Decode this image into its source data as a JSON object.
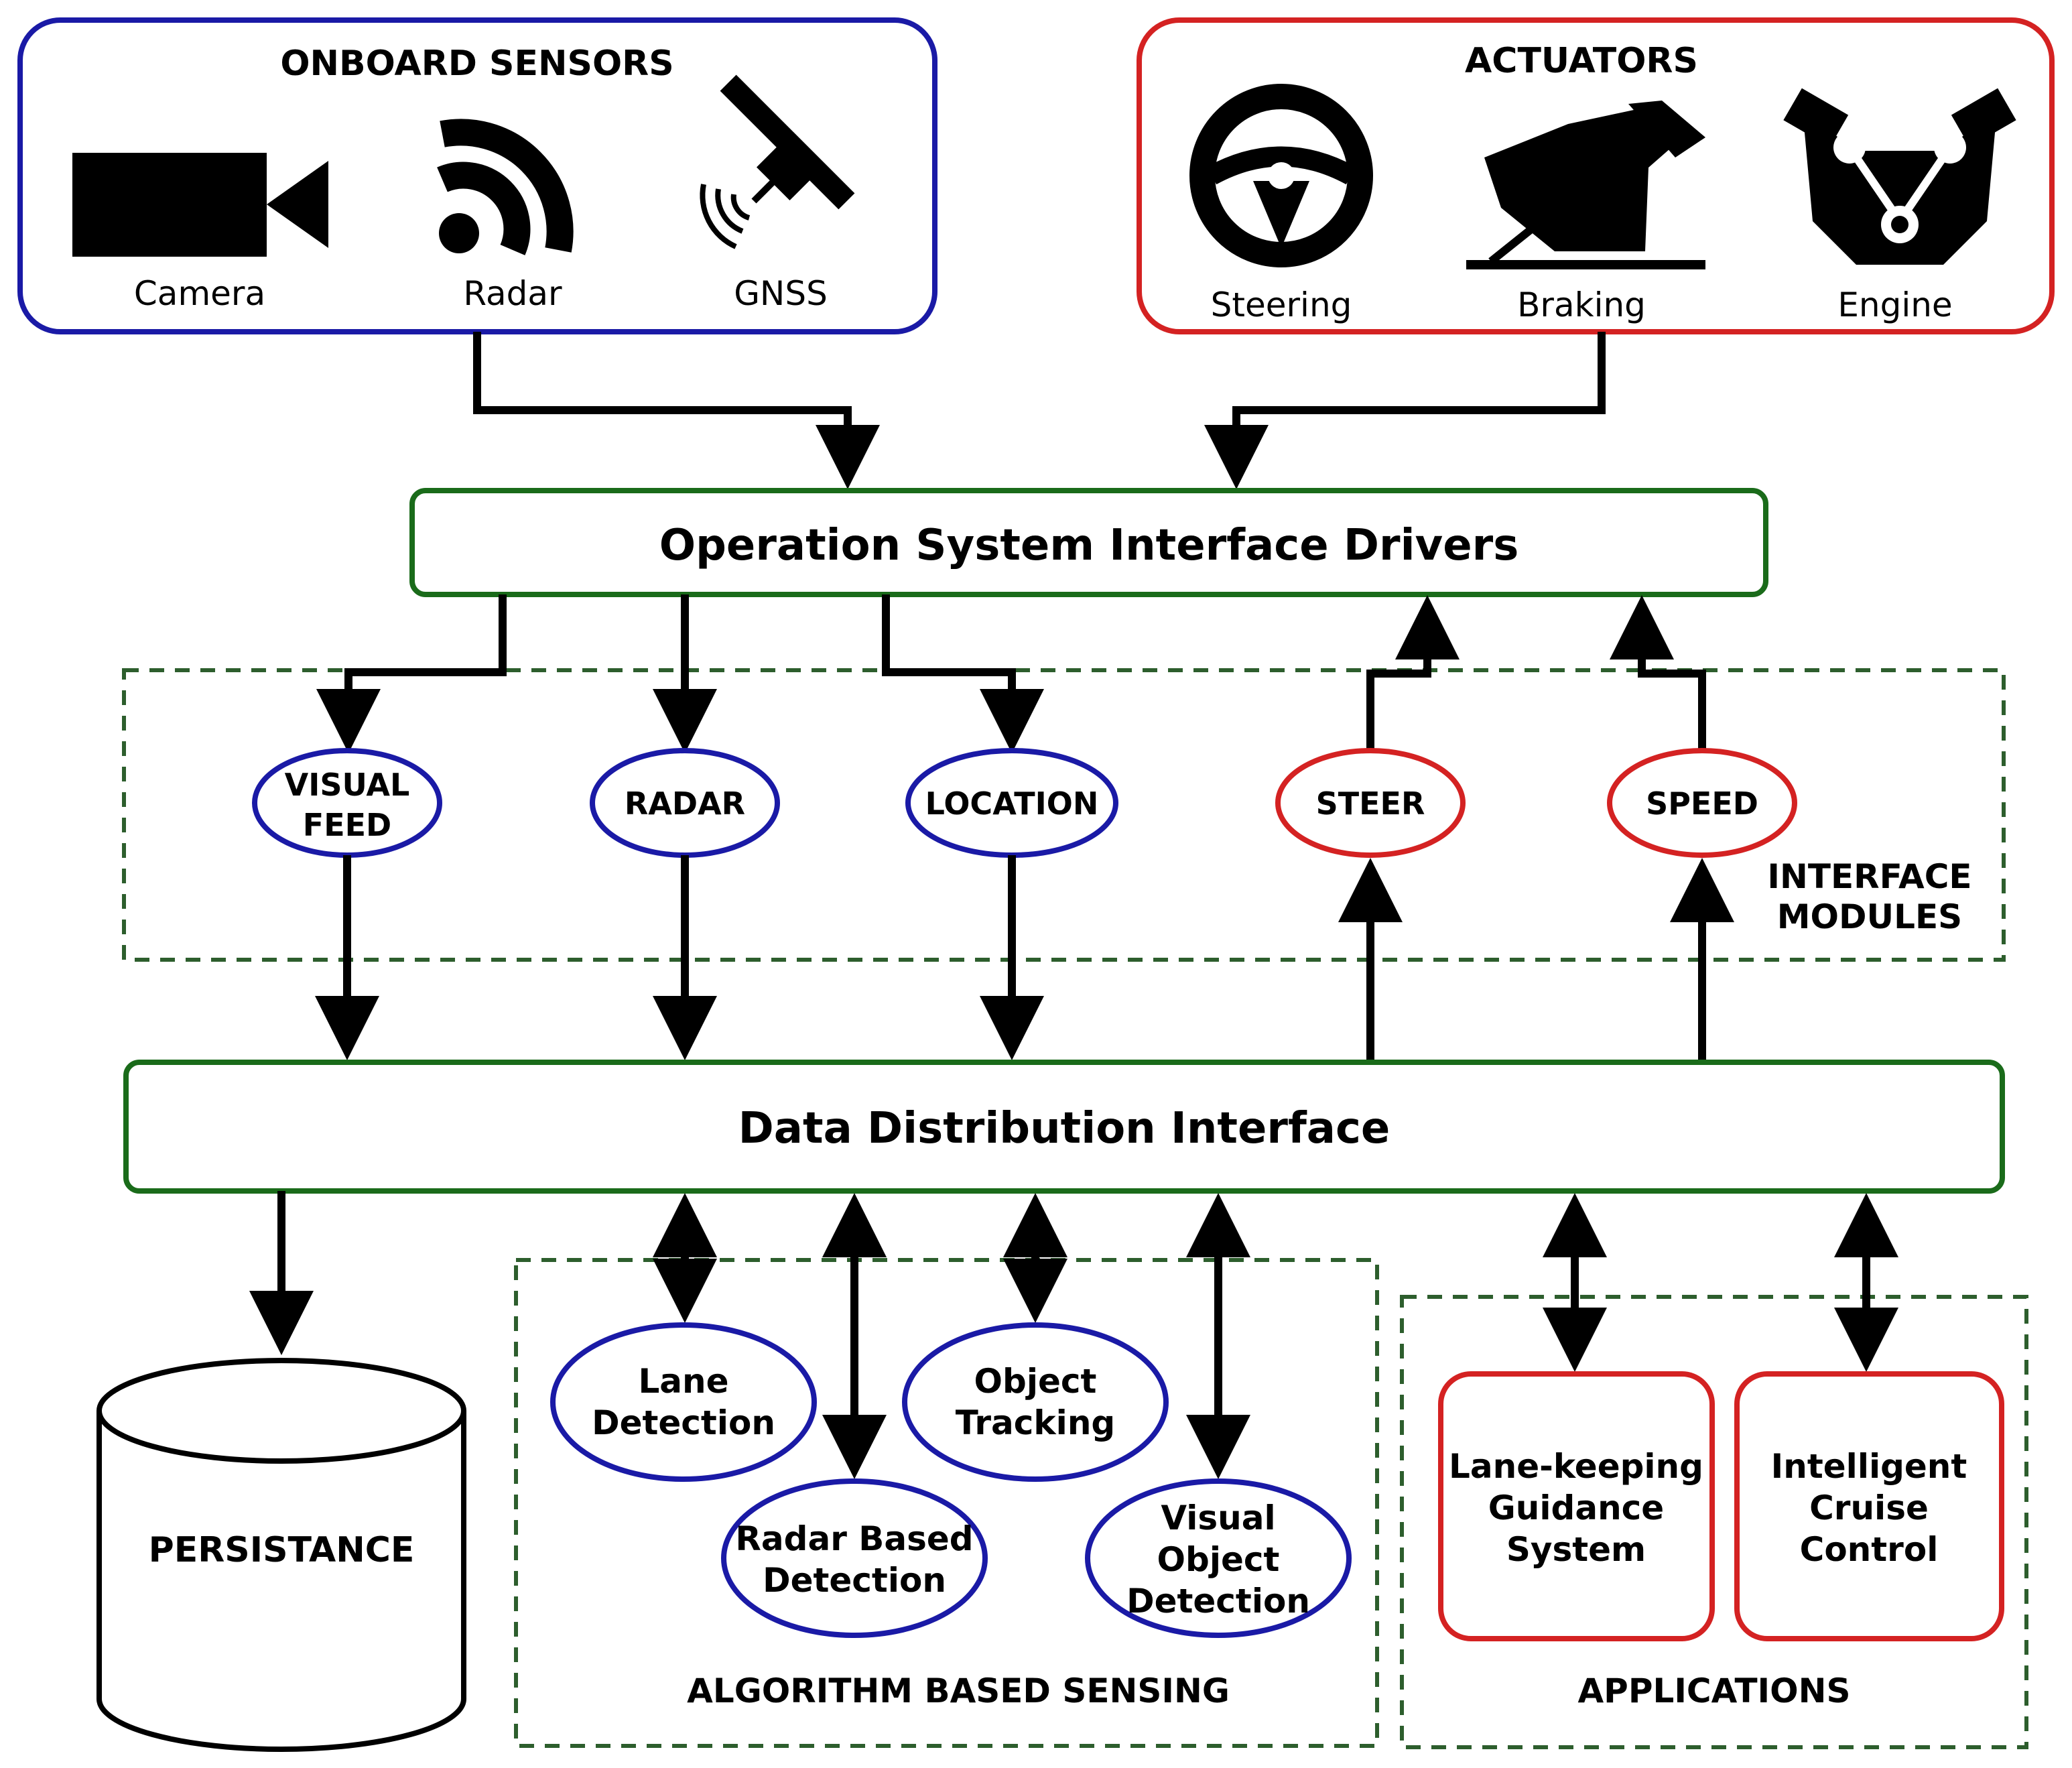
{
  "sensors": {
    "title": "ONBOARD SENSORS",
    "items": [
      {
        "label": "Camera",
        "icon": "camera-icon"
      },
      {
        "label": "Radar",
        "icon": "radar-icon"
      },
      {
        "label": "GNSS",
        "icon": "satellite-icon"
      }
    ]
  },
  "actuators": {
    "title": "ACTUATORS",
    "items": [
      {
        "label": "Steering",
        "icon": "steering-wheel-icon"
      },
      {
        "label": "Braking",
        "icon": "brake-pedal-icon"
      },
      {
        "label": "Engine",
        "icon": "engine-icon"
      }
    ]
  },
  "os_drivers": {
    "label": "Operation System Interface Drivers"
  },
  "interface_modules": {
    "title_line1": "INTERFACE",
    "title_line2": "MODULES",
    "inputs": [
      {
        "line1": "VISUAL",
        "line2": "FEED"
      },
      {
        "line1": "RADAR"
      },
      {
        "line1": "LOCATION"
      }
    ],
    "outputs": [
      {
        "line1": "STEER"
      },
      {
        "line1": "SPEED"
      }
    ]
  },
  "ddi": {
    "label": "Data Distribution Interface"
  },
  "persistence": {
    "label": "PERSISTANCE"
  },
  "algorithm_sensing": {
    "title": "ALGORITHM BASED SENSING",
    "items": [
      {
        "line1": "Lane",
        "line2": "Detection"
      },
      {
        "line1": "Object",
        "line2": "Tracking"
      },
      {
        "line1": "Radar Based",
        "line2": "Detection"
      },
      {
        "line1": "Visual",
        "line2": "Object",
        "line3": "Detection"
      }
    ]
  },
  "applications": {
    "title": "APPLICATIONS",
    "items": [
      {
        "line1": "Lane-keeping",
        "line2": "Guidance",
        "line3": "System"
      },
      {
        "line1": "Intelligent",
        "line2": "Cruise",
        "line3": "Control"
      }
    ]
  },
  "colors": {
    "sensor_blue": "#1a1aa6",
    "actuator_red": "#d42222",
    "interface_green": "#1a6b1a",
    "dashed_green": "#2d5e2d",
    "ink": "#000000"
  }
}
